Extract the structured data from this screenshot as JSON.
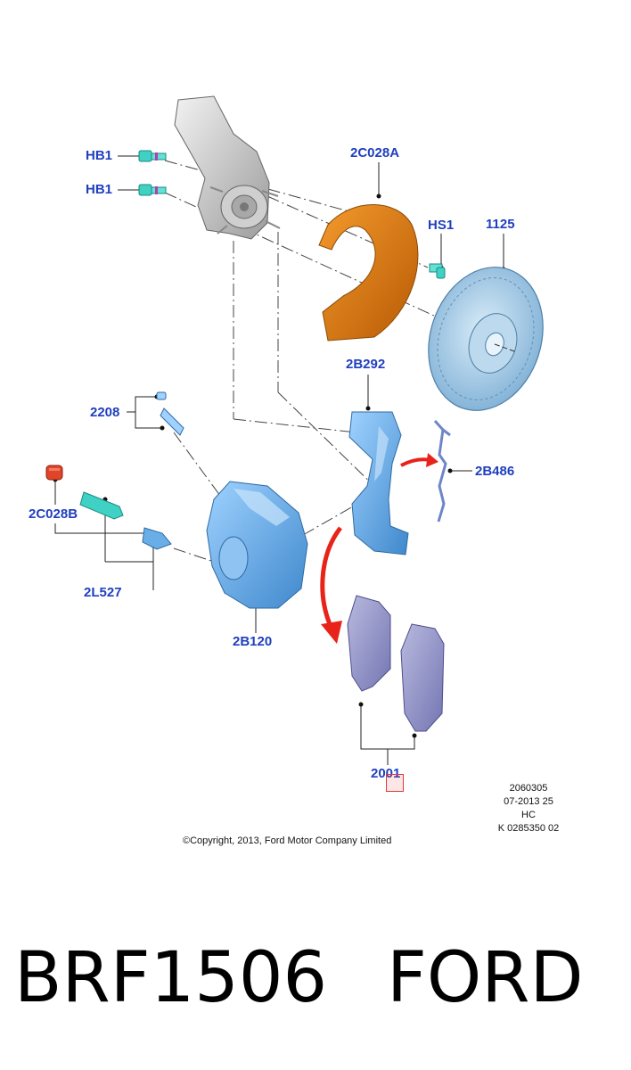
{
  "labels": {
    "hb1_top": "HB1",
    "hb1_bottom": "HB1",
    "splash_shield": "2C028A",
    "hub_stud": "HS1",
    "brake_disc": "1125",
    "caliper_bracket": "2B292",
    "bleeder": "2208",
    "clip": "2B486",
    "cap": "2C028B",
    "guide_pin": "2L527",
    "caliper": "2B120",
    "pads": "2001"
  },
  "meta": {
    "line1": "2060305",
    "line2": "07-2013 25",
    "line3": "HC",
    "line4": "K 0285350 02"
  },
  "copyright": "©Copyright, 2013, Ford Motor Company Limited",
  "part_number": "BRF1506",
  "brand": "FORD",
  "colors": {
    "label": "#1f3fbf",
    "shield": "#e07b12",
    "disc": "#a9cde6",
    "caliper": "#6aaee8",
    "pads": "#9a9cce",
    "bolt": "#3fd1c4",
    "arrow": "#e8231a",
    "cap": "#e0452a"
  }
}
